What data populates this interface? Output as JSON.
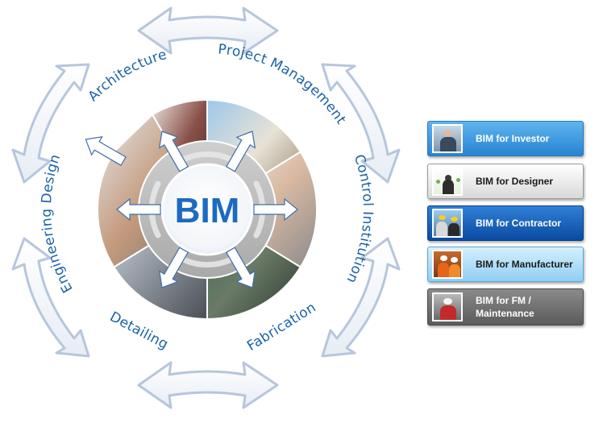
{
  "center": {
    "label": "BIM"
  },
  "segments": [
    {
      "label": "Architecture"
    },
    {
      "label": "Project Management"
    },
    {
      "label": "Control Institution"
    },
    {
      "label": "Fabrication"
    },
    {
      "label": "Detailing"
    },
    {
      "label": "Engineering Design"
    }
  ],
  "roles": [
    {
      "label": "BIM for Investor"
    },
    {
      "label": "BIM for Designer"
    },
    {
      "label": "BIM for Contractor"
    },
    {
      "label": "BIM for Manufacturer"
    },
    {
      "label": "BIM for FM /\nMaintenance"
    }
  ],
  "colors": {
    "label_blue": "#1b62a8",
    "bim_blue": "#1c6bbf",
    "arrow_outline": "#b7c6dc",
    "ring_gray": "#b5b5b5"
  }
}
